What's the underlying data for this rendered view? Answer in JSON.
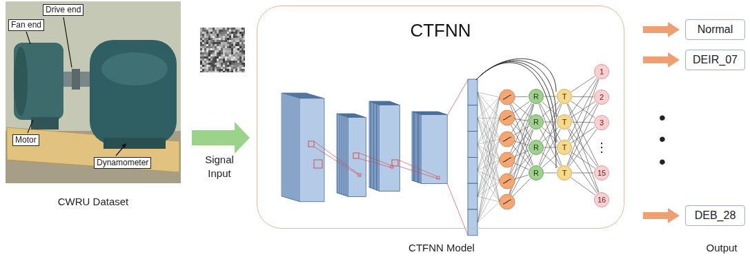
{
  "diagram": {
    "nodes": [
      {
        "text": [
          "CTFNN"
        ]
      },
      {
        "text": [
          "R"
        ],
        "in": 0
      },
      {
        "text": [
          "R"
        ],
        "in": 0
      },
      {
        "text": [
          "R"
        ],
        "in": 0
      },
      {
        "text": [
          "R"
        ],
        "in": 0
      },
      {
        "text": [
          "T"
        ],
        "in": 0
      },
      {
        "text": [
          "T"
        ],
        "in": 0
      },
      {
        "text": [
          "T"
        ],
        "in": 0
      },
      {
        "text": [
          "T"
        ],
        "in": 0
      },
      {
        "text": [
          "1"
        ],
        "in": 0
      },
      {
        "text": [
          "2"
        ],
        "in": 0
      },
      {
        "text": [
          "3"
        ],
        "in": 0
      },
      {
        "text": [
          "15"
        ],
        "in": 0
      },
      {
        "text": [
          "16"
        ],
        "in": 0
      },
      {
        "text": [
          "Normal"
        ]
      },
      {
        "text": [
          "DEIR_07"
        ]
      },
      {
        "text": [
          "DEB_28"
        ]
      }
    ],
    "edges": [
      {
        "from": 1,
        "to": 5,
        "arrow": "none"
      },
      {
        "from": 1,
        "to": 6,
        "arrow": "none"
      },
      {
        "from": 1,
        "to": 7,
        "arrow": "none"
      },
      {
        "from": 1,
        "to": 8,
        "arrow": "none"
      },
      {
        "from": 2,
        "to": 5,
        "arrow": "none"
      },
      {
        "from": 2,
        "to": 6,
        "arrow": "none"
      },
      {
        "from": 2,
        "to": 7,
        "arrow": "none"
      },
      {
        "from": 2,
        "to": 8,
        "arrow": "none"
      },
      {
        "from": 3,
        "to": 5,
        "arrow": "none"
      },
      {
        "from": 3,
        "to": 6,
        "arrow": "none"
      },
      {
        "from": 3,
        "to": 7,
        "arrow": "none"
      },
      {
        "from": 3,
        "to": 8,
        "arrow": "none"
      },
      {
        "from": 4,
        "to": 5,
        "arrow": "none"
      },
      {
        "from": 4,
        "to": 6,
        "arrow": "none"
      },
      {
        "from": 4,
        "to": 7,
        "arrow": "none"
      },
      {
        "from": 4,
        "to": 8,
        "arrow": "none"
      },
      {
        "from": 5,
        "to": 9,
        "arrow": "none"
      },
      {
        "from": 5,
        "to": 10,
        "arrow": "none"
      },
      {
        "from": 5,
        "to": 11,
        "arrow": "none"
      },
      {
        "from": 5,
        "to": 12,
        "arrow": "none"
      },
      {
        "from": 5,
        "to": 13,
        "arrow": "none"
      },
      {
        "from": 6,
        "to": 9,
        "arrow": "none"
      },
      {
        "from": 6,
        "to": 10,
        "arrow": "none"
      },
      {
        "from": 6,
        "to": 11,
        "arrow": "none"
      },
      {
        "from": 6,
        "to": 12,
        "arrow": "none"
      },
      {
        "from": 6,
        "to": 13,
        "arrow": "none"
      },
      {
        "from": 7,
        "to": 9,
        "arrow": "none"
      },
      {
        "from": 7,
        "to": 10,
        "arrow": "none"
      },
      {
        "from": 7,
        "to": 11,
        "arrow": "none"
      },
      {
        "from": 7,
        "to": 12,
        "arrow": "none"
      },
      {
        "from": 7,
        "to": 13,
        "arrow": "none"
      },
      {
        "from": 8,
        "to": 9,
        "arrow": "none"
      },
      {
        "from": 8,
        "to": 10,
        "arrow": "none"
      },
      {
        "from": 8,
        "to": 11,
        "arrow": "none"
      },
      {
        "from": 8,
        "to": 12,
        "arrow": "none"
      },
      {
        "from": 8,
        "to": 13,
        "arrow": "none"
      }
    ],
    "labels": [
      "Drive end",
      "Fan end",
      "Motor",
      "Dynamometer",
      "CWRU Dataset",
      "Signal Input",
      "⋮",
      "•",
      "•",
      "•",
      "CTFNN Model",
      "Output"
    ]
  }
}
